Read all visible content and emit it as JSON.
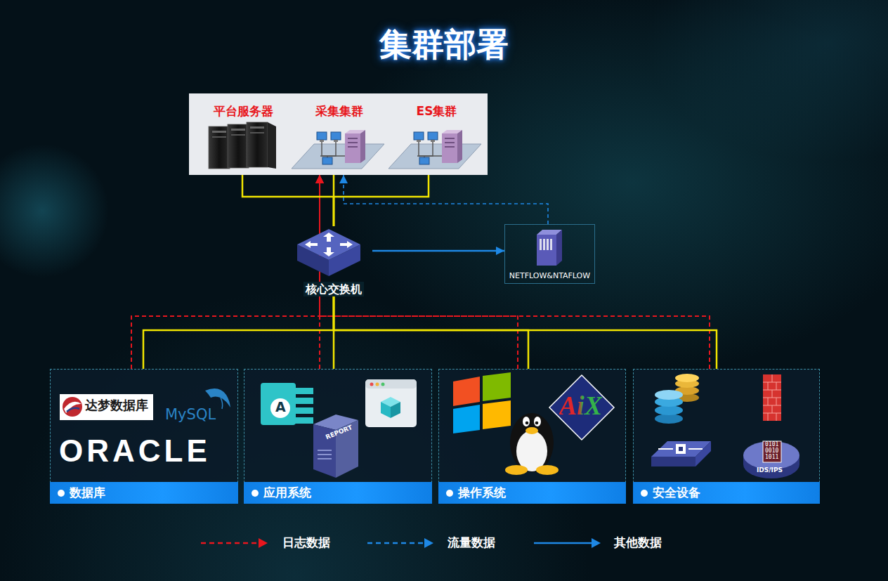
{
  "diagram": {
    "title": "集群部署",
    "nodes": [
      {
        "text": [
          "平台服务器"
        ]
      },
      {
        "text": [
          "采集集群"
        ]
      },
      {
        "text": [
          "ES集群"
        ]
      },
      {
        "text": [
          "核心交换机"
        ]
      },
      {
        "text": [
          "NETFLOW&NTAFLOW"
        ]
      },
      {
        "text": [
          "数据库"
        ]
      },
      {
        "text": [
          "应用系统"
        ]
      },
      {
        "text": [
          "操作系统"
        ]
      },
      {
        "text": [
          "安全设备"
        ]
      }
    ],
    "edges": [
      {
        "from": 5,
        "to": 1,
        "arrow": "to"
      },
      {
        "from": 6,
        "to": 1,
        "arrow": "to"
      },
      {
        "from": 7,
        "to": 1,
        "arrow": "to"
      },
      {
        "from": 8,
        "to": 1,
        "arrow": "to"
      },
      {
        "from": 5,
        "to": 3,
        "arrow": "none"
      },
      {
        "from": 6,
        "to": 3,
        "arrow": "none"
      },
      {
        "from": 7,
        "to": 3,
        "arrow": "none"
      },
      {
        "from": 8,
        "to": 3,
        "arrow": "none"
      },
      {
        "from": 3,
        "to": 0,
        "arrow": "none"
      },
      {
        "from": 3,
        "to": 1,
        "arrow": "none"
      },
      {
        "from": 3,
        "to": 2,
        "arrow": "none"
      },
      {
        "from": 3,
        "to": 4,
        "arrow": "to"
      },
      {
        "from": 4,
        "to": 1,
        "arrow": "to"
      }
    ],
    "labels": [
      "达梦数据库",
      "MySQL",
      "ORACLE",
      "A",
      "REPORT",
      "AiX",
      "0101 0010 1011",
      "IDS/IPS"
    ],
    "legend": [
      {
        "text": "日志数据"
      },
      {
        "text": "流量数据"
      },
      {
        "text": "其他数据"
      }
    ]
  }
}
